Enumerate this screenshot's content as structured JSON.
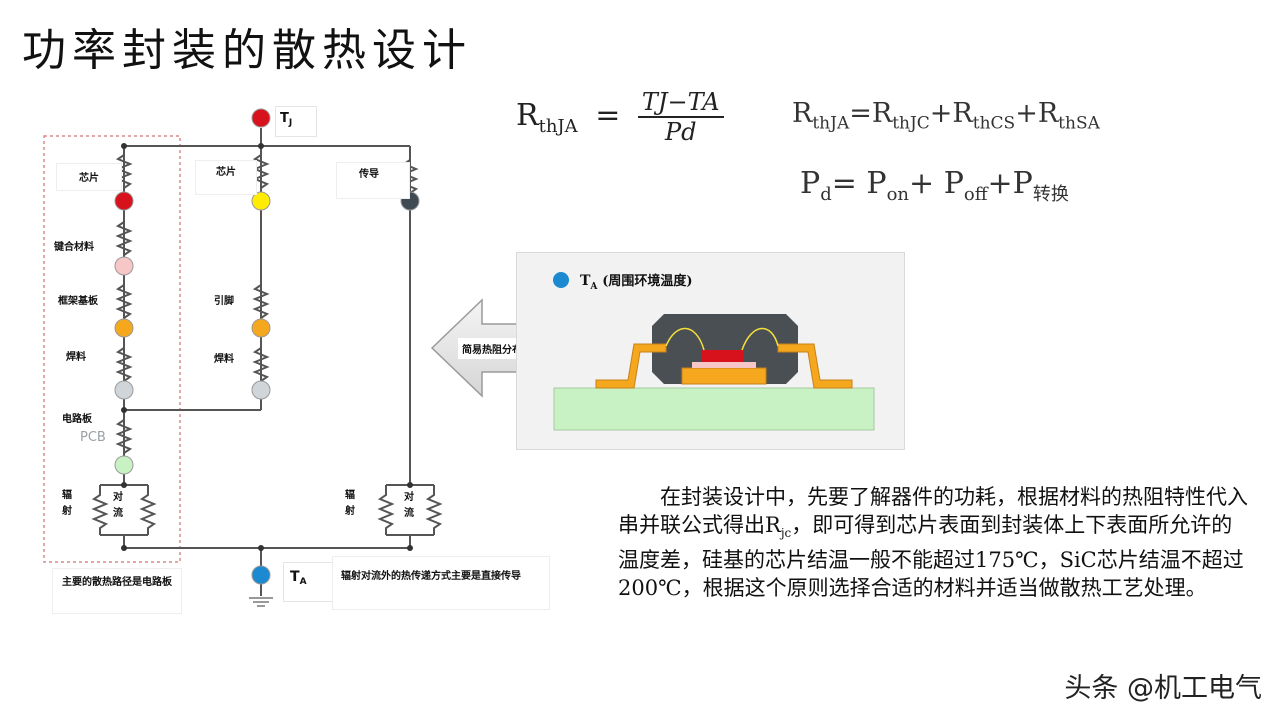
{
  "title": "功率封装的散热设计",
  "network": {
    "tj_node": {
      "main": "T",
      "sub": "J"
    },
    "ta_node": {
      "main": "T",
      "sub": "A"
    },
    "left_branch": {
      "chip": "芯片",
      "bond": "键合材料",
      "frame": "框架基板",
      "solder": "焊料",
      "board": "电路板",
      "pcb": "PCB",
      "radiation": "辐射",
      "convection": "对流"
    },
    "mid_branch": {
      "chip": "芯片",
      "lead": "引脚",
      "solder": "焊料"
    },
    "right_branch": {
      "conduct": "传导",
      "radiation": "辐射",
      "convection": "对流"
    },
    "note_left": "主要的散热路径是电路板",
    "note_right": "辐射对流外的热传递方式主要是直接传导",
    "colors": {
      "red": "#d8121c",
      "yellow": "#ffec00",
      "pink": "#f7c6c7",
      "orange": "#f5a81e",
      "gray": "#d0d5d9",
      "green": "#c8f2c3",
      "dark": "#3f4a52",
      "blue": "#1b8ad0"
    }
  },
  "formula1": {
    "lhs_main": "R",
    "lhs_sub": "thJA",
    "num": "TJ−TA",
    "den": "Pd"
  },
  "formula2": {
    "R": "R",
    "thJA": "thJA",
    "thJC": "thJC",
    "thCS": "thCS",
    "thSA": "thSA"
  },
  "formula3": {
    "P": "P",
    "d": "d",
    "eq": "=",
    "on": "on",
    "off": "off",
    "conv": "转换"
  },
  "package": {
    "ta_main": "T",
    "ta_sub": "A",
    "ta_text": "(周围环境温度)",
    "arrow_label": "简易热阻分布图"
  },
  "description": {
    "before": "在封装设计中，先要了解器件的功耗，根据材料的热阻特性代入串并联公式得出R",
    "sub": "jc",
    "after": "，即可得到芯片表面到封装体上下表面所允许的温度差，硅基的芯片结温一般不能超过175℃，SiC芯片结温不超过200℃，根据这个原则选择合适的材料并适当做散热工艺处理。"
  },
  "watermark": "头条 @机工电气"
}
